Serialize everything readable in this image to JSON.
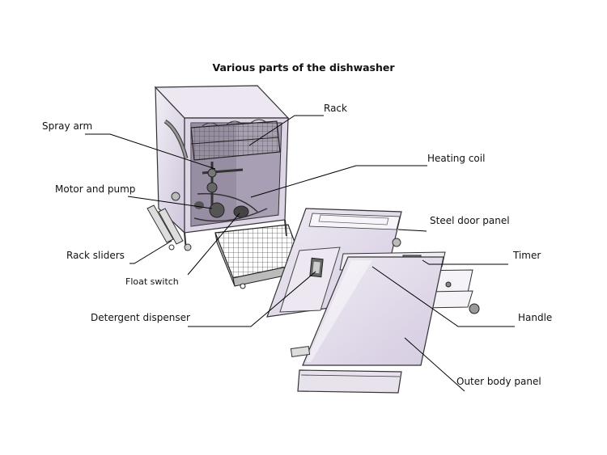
{
  "title": "Various parts of the dishwasher",
  "labels": {
    "rack": "Rack",
    "spray_arm": "Spray arm",
    "heating_coil": "Heating coil",
    "motor_and_pump": "Motor and pump",
    "steel_door_panel": "Steel door panel",
    "rack_sliders": "Rack sliders",
    "timer": "Timer",
    "float_switch": "Float switch",
    "detergent_dispenser": "Detergent dispenser",
    "handle": "Handle",
    "outer_body_panel": "Outer body panel"
  }
}
